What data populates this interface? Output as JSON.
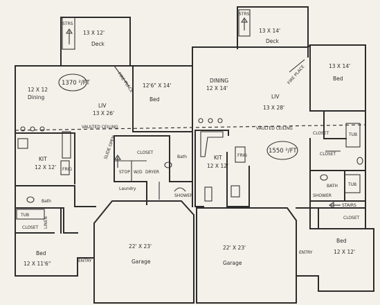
{
  "deck_left": {
    "name": "Deck",
    "size": "13 X 12'"
  },
  "deck_right": {
    "name": "Deck",
    "size": "13 X 14'"
  },
  "stairs": {
    "stairs_left": "STRS",
    "stairs_right": "STRS",
    "stairs_bottom": "STAIRS"
  },
  "unit_left": {
    "area": "1370 ²/FT",
    "dining": {
      "size": "12 X 12",
      "name": "Dining"
    },
    "living": {
      "name": "LIV",
      "size": "13 X 26'"
    },
    "bed_front": {
      "size": "12'6\" X 14'",
      "name": "Bed"
    },
    "vaulted": "VAULTED CEILING",
    "fireplace": "FIRE PLACE",
    "kitchen": {
      "name": "KIT",
      "size": "12 X 12'"
    },
    "frig": "FRIG",
    "closet": "CLOSET",
    "bath": "Bath",
    "laundry": "Laundry",
    "shower": "SHOWER",
    "tub": "TUB",
    "linen": "LINEN",
    "bed_back": {
      "name": "Bed",
      "size": "12 X 11'6\""
    },
    "entry": "ENTRY",
    "garage": {
      "size": "22' X 23'",
      "name": "Garage"
    },
    "stop": "STOP",
    "slide_open": "SLIDE OPEN",
    "wd": "W/D",
    "dryer": "DRYER"
  },
  "unit_right": {
    "area": "1550 ²/FT",
    "dining": {
      "name": "DINING",
      "size": "12 X 14'"
    },
    "living": {
      "name": "LIV",
      "size": "13 X 28'"
    },
    "vaulted": "VAULTED CEILING",
    "fireplace": "FIRE PLACE",
    "kitchen": {
      "name": "KIT",
      "size": "12 X 12'"
    },
    "frig": "FRIG",
    "bed_master": {
      "size": "13 X 14'",
      "name": "Bed"
    },
    "closet": "CLOSET",
    "closet2": "CLOSET",
    "bath": "BATH",
    "tub": "TUB",
    "tub2": "TUB",
    "shower": "SHOWER",
    "bed_front": {
      "name": "Bed",
      "size": "12 X 12'"
    },
    "closet3": "CLOSET",
    "entry": "ENTRY",
    "garage": {
      "size": "22' X 23'",
      "name": "Garage"
    }
  }
}
